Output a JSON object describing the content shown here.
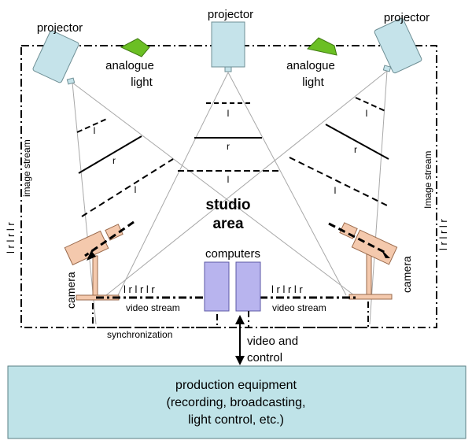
{
  "labels": {
    "projector_left": "projector",
    "projector_center": "projector",
    "projector_right": "projector",
    "analogue_left_1": "analogue",
    "analogue_left_2": "light",
    "analogue_right_1": "analogue",
    "analogue_right_2": "light",
    "image_stream_left": "image stream",
    "image_stream_right": "Image stream",
    "stream_code_left": "l r l r l r",
    "stream_code_right": "l r l r l r",
    "studio_1": "studio",
    "studio_2": "area",
    "computers": "computers",
    "camera_left": "camera",
    "camera_right": "camera",
    "video_code_left": "l r l r l r",
    "video_code_right": "l r l r l r",
    "video_stream_left": "video stream",
    "video_stream_right": "video stream",
    "synchronization": "synchronization",
    "video_control_1": "video and",
    "video_control_2": "control"
  },
  "frame_labels": {
    "center": [
      "l",
      "r",
      "l"
    ],
    "left": [
      "l",
      "r",
      "l"
    ],
    "right": [
      "l",
      "r",
      "l"
    ]
  },
  "production": {
    "line1": "production equipment",
    "line2": "(recording, broadcasting,",
    "line3": "light control, etc.)"
  },
  "colors": {
    "projector": "#c5e3ea",
    "camera": "#f4c9ad",
    "computer": "#b8b4ee",
    "analogue_light": "#6bbf24",
    "production_box": "#bfe3e8",
    "beam": "#a8a8a8"
  }
}
